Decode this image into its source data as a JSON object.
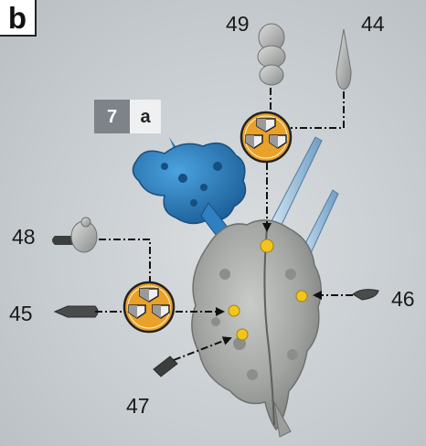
{
  "panel_label": "b",
  "reference": {
    "step": "7",
    "sub": "a"
  },
  "part_numbers": {
    "p49": "49",
    "p44": "44",
    "p48": "48",
    "p45": "45",
    "p46": "46",
    "p47": "47"
  },
  "colors": {
    "background": "#cfd3d6",
    "body": "#a9aba9",
    "crystal_blue": "#2f7fc0",
    "spike_blue": "#9bbfd8",
    "pin_yellow": "#f2c51c",
    "tool_badge": "#e9a12a"
  },
  "icons": [
    "assembly-tool-icon-top",
    "assembly-tool-icon-left"
  ]
}
